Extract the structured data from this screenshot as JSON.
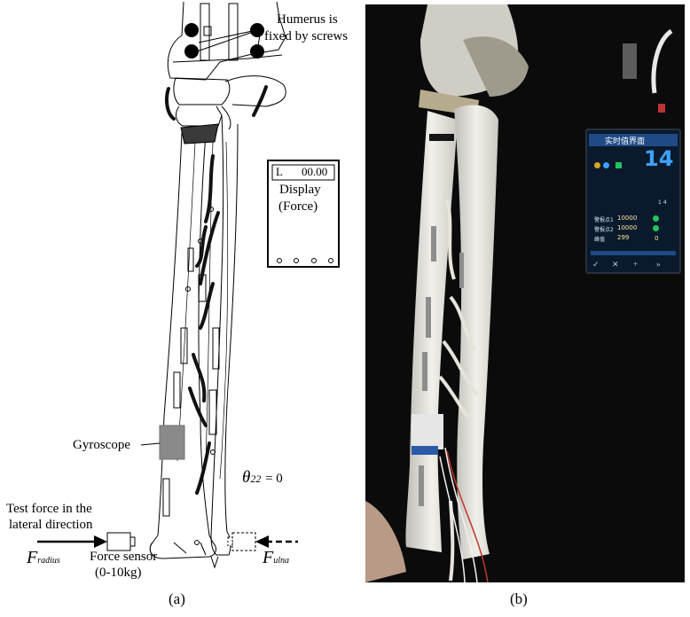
{
  "panel_a": {
    "annotation_humerus_line1": "Humerus is",
    "annotation_humerus_line2": "fixed by screws",
    "display": {
      "readout_mode": "L",
      "readout_value": "00.00",
      "label_line1": "Display",
      "label_line2": "(Force)"
    },
    "gyroscope_label": "Gyroscope",
    "angle": {
      "symbol": "θ",
      "subscript": "22",
      "value": "= 0"
    },
    "test_force_line1": "Test force in the",
    "test_force_line2": "lateral direction",
    "f_radius": {
      "symbol": "F",
      "subscript": "radius"
    },
    "f_ulna": {
      "symbol": "F",
      "subscript": "ulna"
    },
    "force_sensor_line1": "Force sensor",
    "force_sensor_line2": "(0-10kg)",
    "caption": "(a)"
  },
  "panel_b": {
    "caption": "(b)",
    "device": {
      "title": "实时值界面",
      "big_value": "14",
      "row1_label": "警报点1",
      "row1_value": "10000",
      "row2_label": "警报点2",
      "row2_value": "10000",
      "row3_label": "峰值",
      "row3_value": "299",
      "row3_extra": "0",
      "small_value": "1 4"
    }
  },
  "colors": {
    "gyroscope_fill": "#8a8a8a",
    "device_screen": "#0a1a2c",
    "device_title_bg": "#1f4a86",
    "device_number": "#3ea2ff",
    "indicator_green": "#22c35b"
  }
}
